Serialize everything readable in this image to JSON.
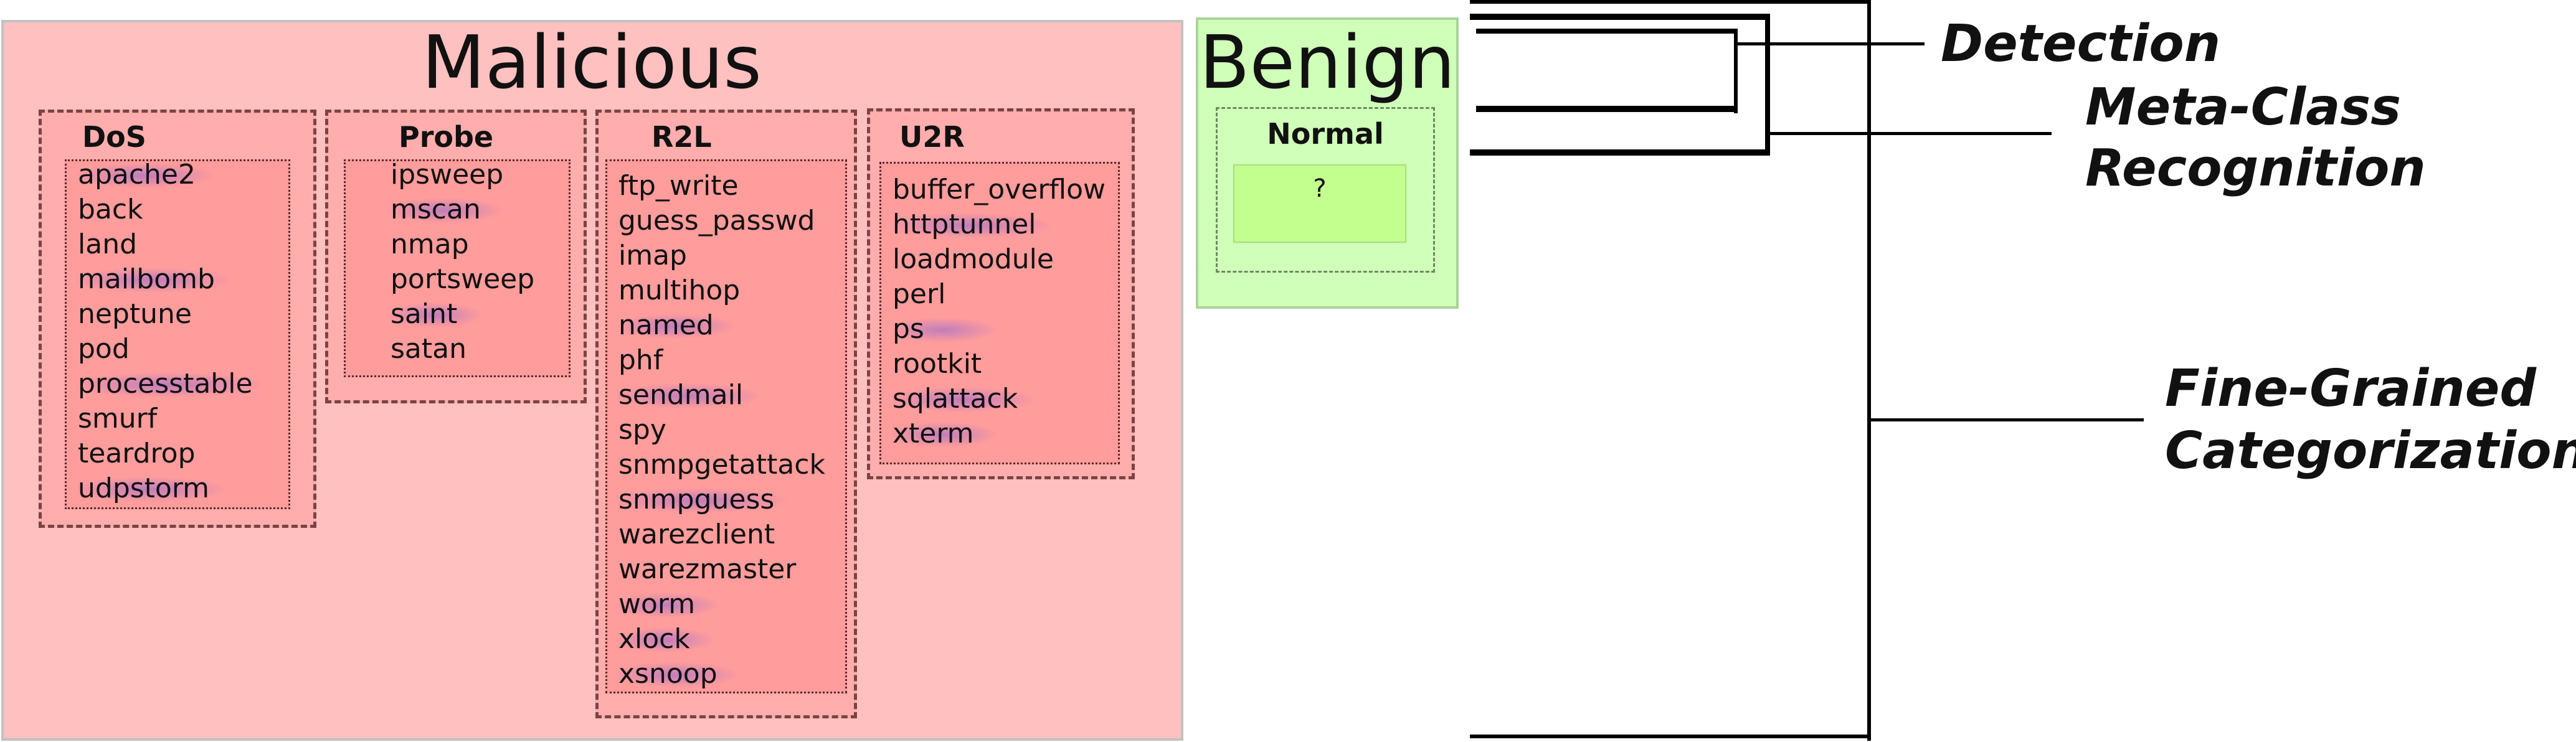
{
  "title_malicious": "Malicious",
  "title_benign": "Benign",
  "groups": {
    "dos": {
      "title": "DoS",
      "items": [
        "apache2",
        "back",
        "land",
        "mailbomb",
        "neptune",
        "pod",
        "processtable",
        "smurf",
        "teardrop",
        "udpstorm"
      ]
    },
    "probe": {
      "title": "Probe",
      "items": [
        "ipsweep",
        "mscan",
        "nmap",
        "portsweep",
        "saint",
        "satan"
      ]
    },
    "r2l": {
      "title": "R2L",
      "items": [
        "ftp_write",
        "guess_passwd",
        "imap",
        "multihop",
        "named",
        "phf",
        "sendmail",
        "spy",
        "snmpgetattack",
        "snmpguess",
        "warezclient",
        "warezmaster",
        "worm",
        "xlock",
        "xsnoop"
      ]
    },
    "u2r": {
      "title": "U2R",
      "items": [
        "buffer_overflow",
        "httptunnel",
        "loadmodule",
        "perl",
        "ps",
        "rootkit",
        "sqlattack",
        "xterm"
      ]
    }
  },
  "normal": {
    "title": "Normal",
    "content": "?"
  },
  "levels": {
    "detection": "Detection",
    "meta_class_line1": "Meta-Class",
    "meta_class_line2": "Recognition",
    "fine_grained_line1": "Fine-Grained",
    "fine_grained_line2": "Categorization"
  },
  "highlight_color": "#9669d2"
}
